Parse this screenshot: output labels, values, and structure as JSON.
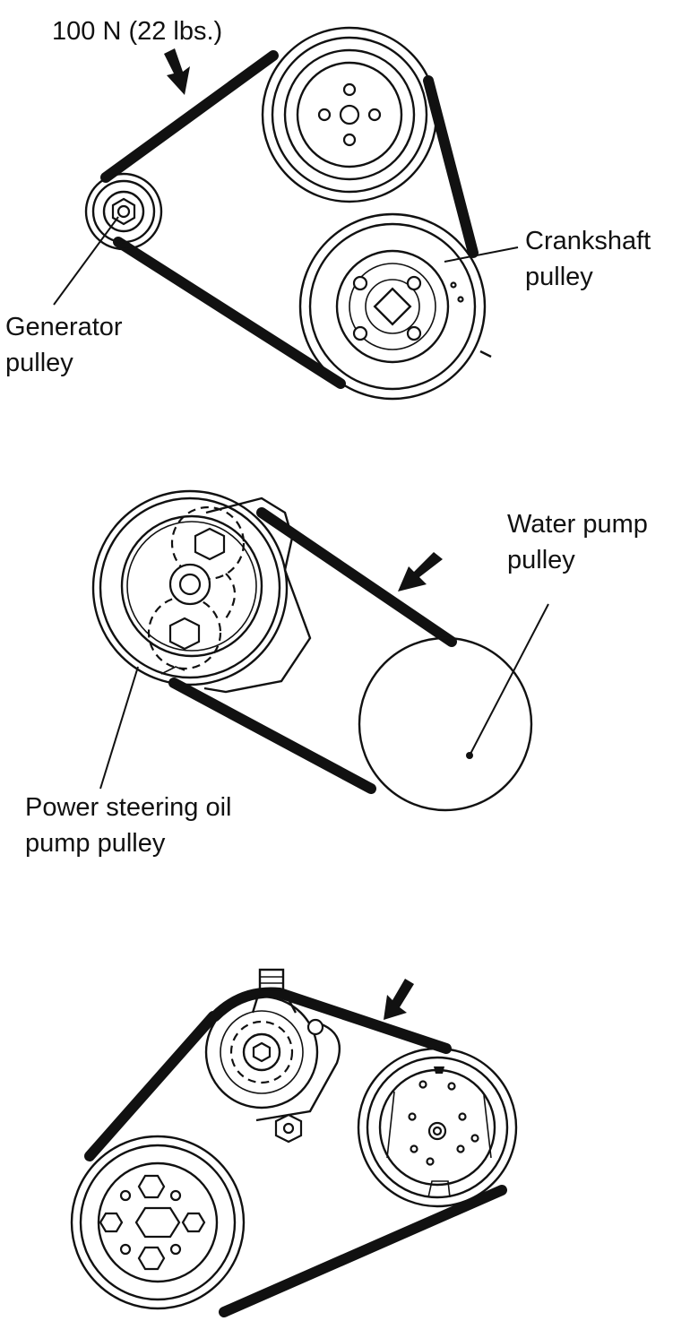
{
  "diagram": {
    "top": {
      "tension_label": "100 N (22 lbs.)",
      "generator_label_line1": "Generator",
      "generator_label_line2": "pulley",
      "crankshaft_label_line1": "Crankshaft",
      "crankshaft_label_line2": "pulley"
    },
    "middle": {
      "water_pump_label_line1": "Water pump",
      "water_pump_label_line2": "pulley",
      "power_steering_label_line1": "Power steering oil",
      "power_steering_label_line2": "pump pulley"
    },
    "colors": {
      "ink": "#111111",
      "paper": "#ffffff"
    }
  }
}
